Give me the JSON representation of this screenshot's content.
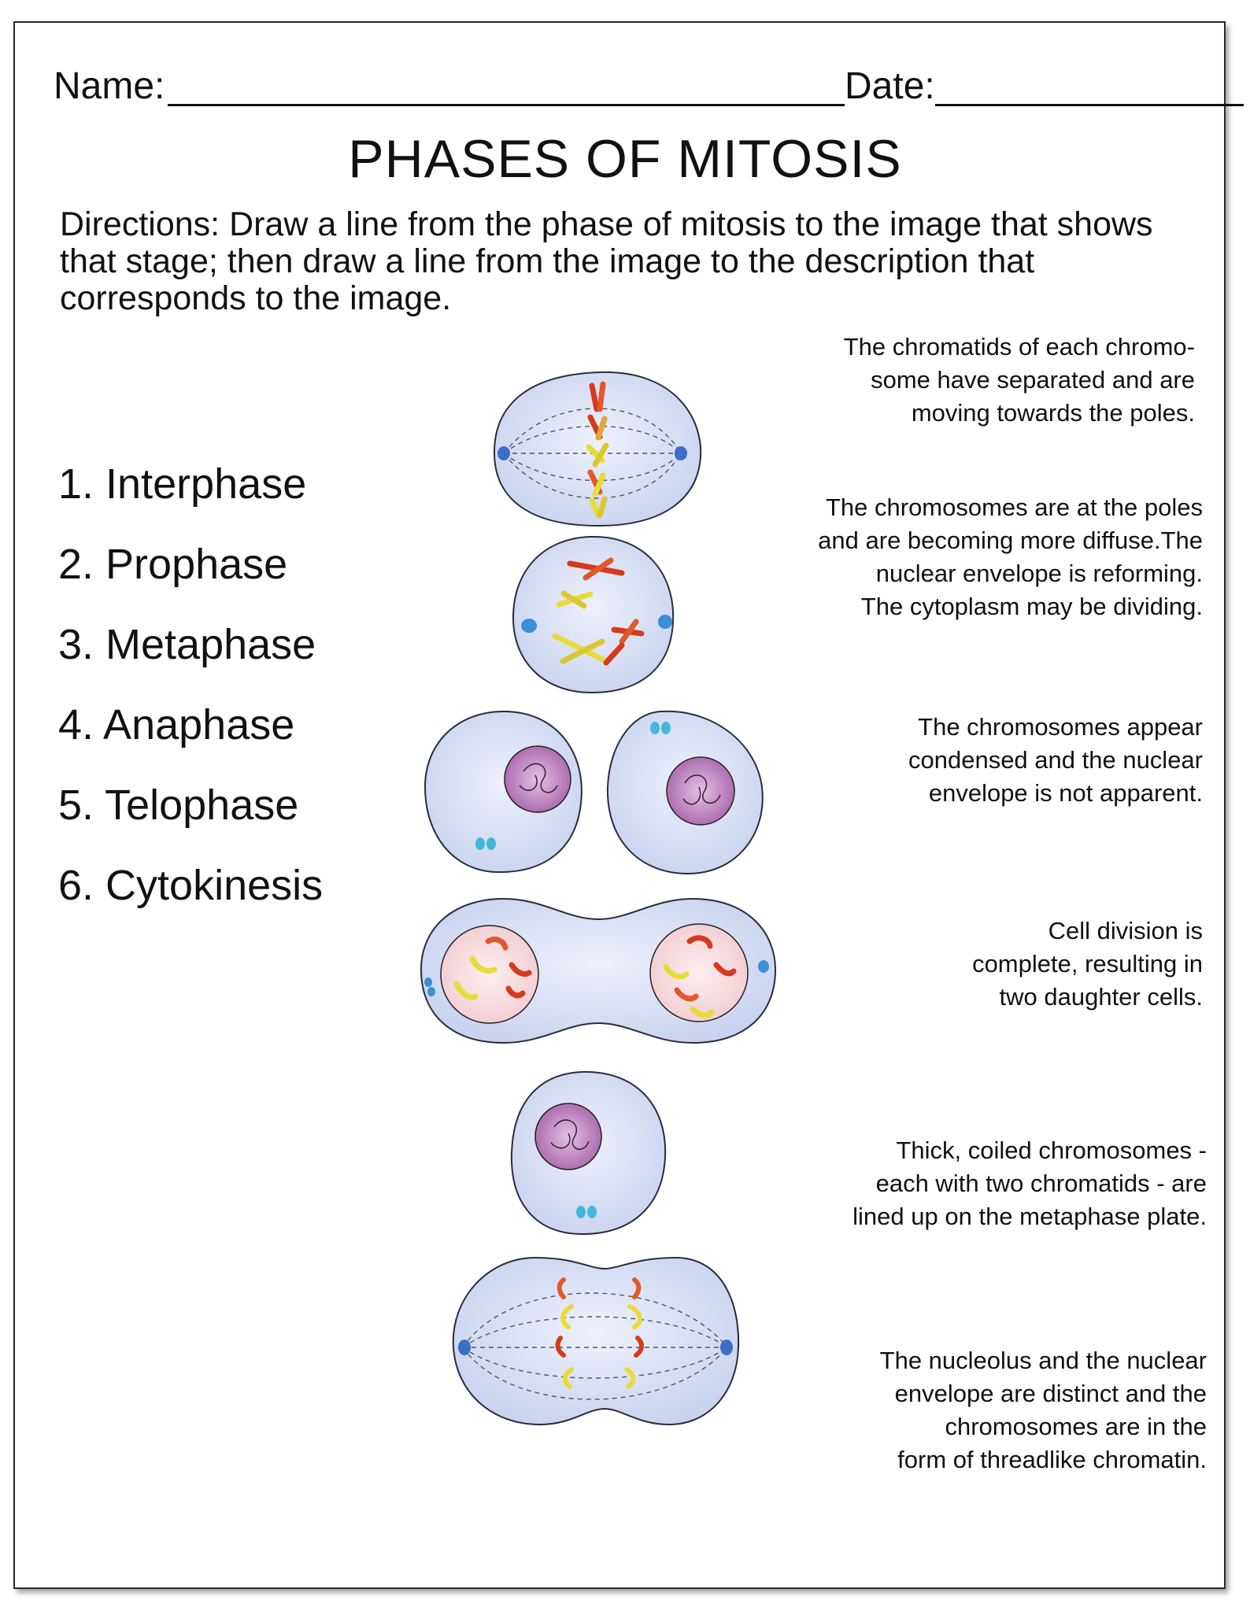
{
  "worksheet": {
    "name_label": "Name:",
    "date_label": "Date:",
    "title": "PHASES OF MITOSIS",
    "directions": "Directions: Draw a line from the phase of mitosis to the image that shows that stage; then draw a line from the image to the description that corresponds to the image.",
    "phases": [
      "1. Interphase",
      "2. Prophase",
      "3. Metaphase",
      "4. Anaphase",
      "5. Telophase",
      "6. Cytokinesis"
    ],
    "descriptions": [
      [
        "The chromatids of each chromo-",
        "some have separated and are",
        "moving towards the poles."
      ],
      [
        "The chromosomes are at the poles",
        "and are becoming more diffuse.The",
        "nuclear envelope is reforming.",
        "The cytoplasm may be dividing."
      ],
      [
        "The chromosomes appear",
        "condensed and the nuclear",
        "envelope is not apparent."
      ],
      [
        "Cell division is",
        "complete, resulting in",
        "two daughter cells."
      ],
      [
        "Thick, coiled chromosomes -",
        "each with two chromatids - are",
        "lined up on the metaphase plate."
      ],
      [
        "The nucleolus and the nuclear",
        "envelope are distinct and the",
        "chromosomes are in the",
        "form of threadlike chromatin."
      ]
    ],
    "illustrations": [
      "metaphase-cell-icon",
      "prophase-cell-icon",
      "cytokinesis-cells-icon",
      "telophase-cell-icon",
      "interphase-cell-icon",
      "anaphase-cell-icon"
    ],
    "colors": {
      "cell_fill": "#dde4f6",
      "cell_stroke": "#2b2b3a",
      "nucleus_fill": "#b57ab4",
      "centriole": "#3a8fd8",
      "chromosome_red": "#d63a1e",
      "chromosome_yellow": "#e8dc3c"
    }
  }
}
